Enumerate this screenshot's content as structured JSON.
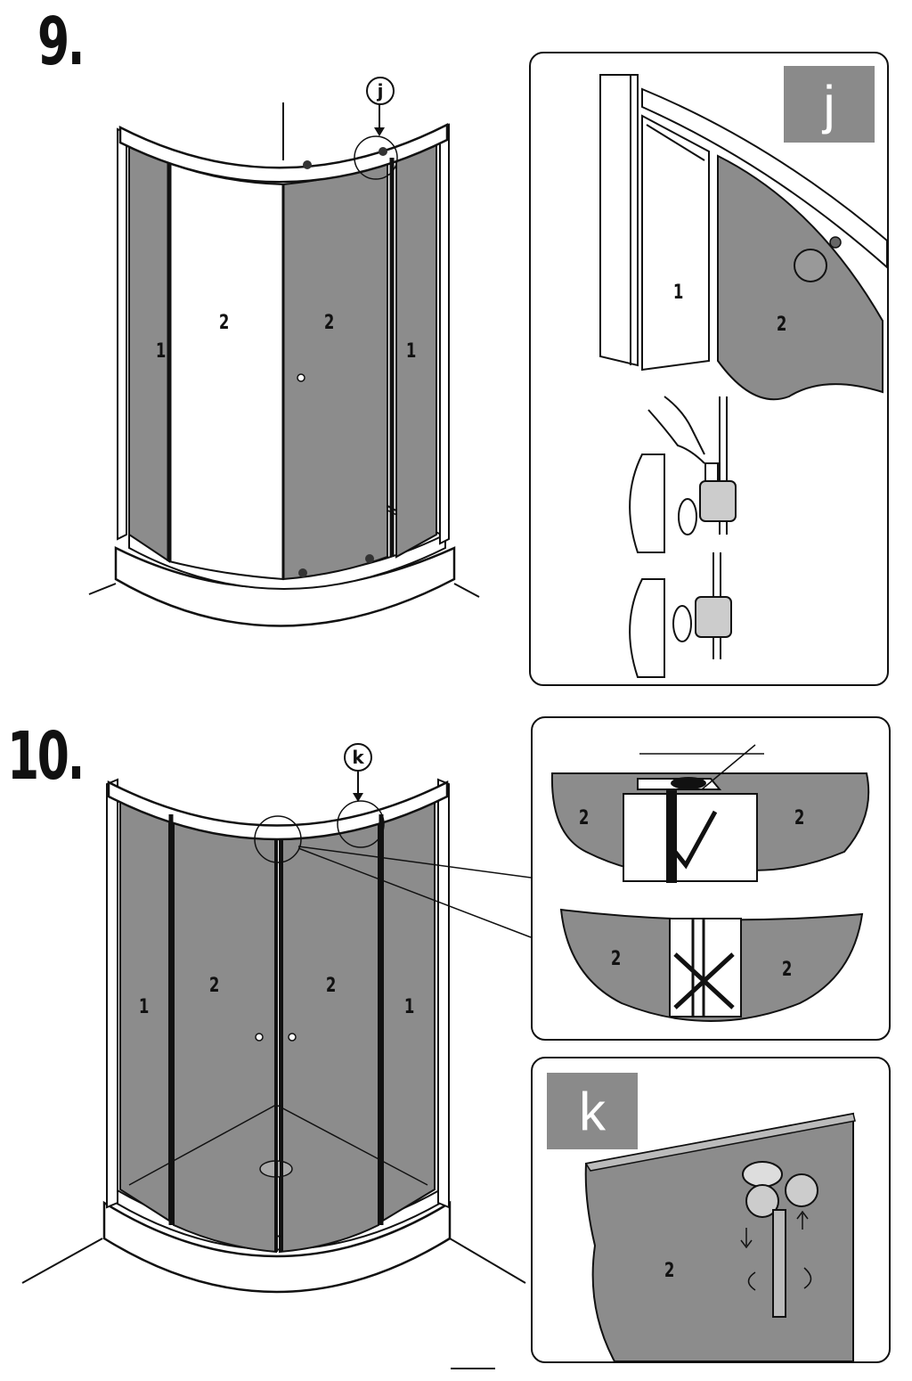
{
  "steps": [
    {
      "number": "9.",
      "callout": "j",
      "labels": {
        "end_panel": "1",
        "door": "2"
      },
      "detail": {
        "badge": "j",
        "labels": {
          "end_panel": "1",
          "door": "2"
        }
      }
    },
    {
      "number": "10.",
      "callout": "k",
      "labels": {
        "end_panel": "1",
        "door": "2"
      },
      "detail_correct": {
        "labels": {
          "left": "2",
          "right": "2"
        }
      },
      "detail_wrong": {
        "labels": {
          "left": "2",
          "right": "2"
        }
      },
      "detail_k": {
        "badge": "k",
        "labels": {
          "door": "2"
        }
      }
    }
  ],
  "colors": {
    "glass": "#8c8c8c",
    "line": "#111111",
    "badge": "#8a8a8a"
  },
  "icons": [
    "checkmark-icon",
    "cross-icon",
    "finger-press-icon",
    "roller-icon",
    "rotate-arrow-icon"
  ]
}
